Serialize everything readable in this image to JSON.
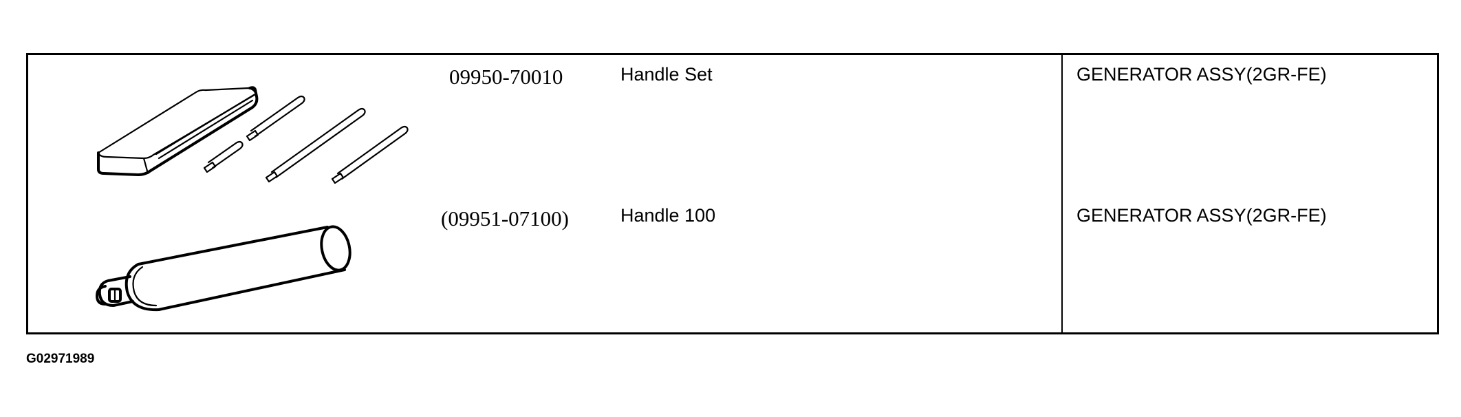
{
  "rows": [
    {
      "illustration_icon": "handle-set-case-and-rods-icon",
      "part_number": "09950-70010",
      "part_name": "Handle Set",
      "application": "GENERATOR  ASSY(2GR-FE)"
    },
    {
      "illustration_icon": "handle-100-icon",
      "part_number": "(09951-07100)",
      "part_name": "Handle 100",
      "application": "GENERATOR  ASSY(2GR-FE)"
    }
  ],
  "figure_code": "G02971989"
}
